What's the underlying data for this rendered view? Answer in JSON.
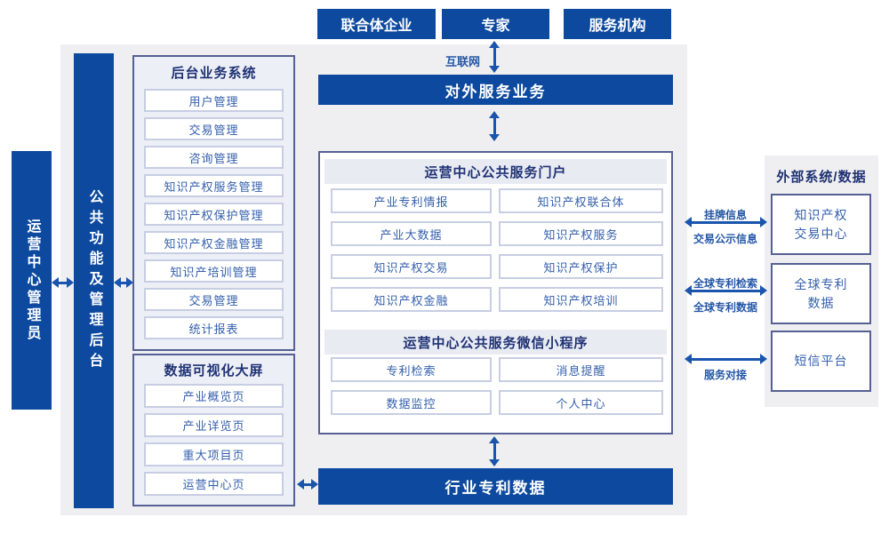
{
  "colors": {
    "primary_blue": "#0d4a9f",
    "arrow_blue": "#1a55ad",
    "panel_gray": "#efeff1"
  },
  "top_boxes": {
    "consortium": "联合体企业",
    "expert": "专家",
    "agency": "服务机构"
  },
  "labels": {
    "internet": "互联网"
  },
  "bars": {
    "external_service": "对外服务业务",
    "industry_data": "行业专利数据",
    "admin": "运营中心管理员",
    "public_functions": "公共功能及管理后台"
  },
  "backend_system": {
    "title": "后台业务系统",
    "items": [
      "用户管理",
      "交易管理",
      "咨询管理",
      "知识产权服务管理",
      "知识产权保护管理",
      "知识产权金融管理",
      "知识产培训管理",
      "交易管理",
      "统计报表"
    ]
  },
  "dashboard": {
    "title": "数据可视化大屏",
    "items": [
      "产业概览页",
      "产业详览页",
      "重大项目页",
      "运营中心页"
    ]
  },
  "portal": {
    "title": "运营中心公共服务门户",
    "items": [
      "产业专利情报",
      "知识产权联合体",
      "产业大数据",
      "知识产权服务",
      "知识产权交易",
      "知识产权保护",
      "知识产权金融",
      "知识产权培训"
    ]
  },
  "miniprogram": {
    "title": "运营中心公共服务微信小程序",
    "items": [
      "专利检索",
      "消息提醒",
      "数据监控",
      "个人中心"
    ]
  },
  "external_systems": {
    "title": "外部系统/数据",
    "boxes": [
      {
        "line1": "知识产权",
        "line2": "交易中心"
      },
      {
        "line1": "全球专利",
        "line2": "数据"
      },
      {
        "line1": "短信平台",
        "line2": ""
      }
    ]
  },
  "links": [
    {
      "top": "挂牌信息",
      "bottom": "交易公示信息"
    },
    {
      "top": "全球专利检索",
      "bottom": "全球专利数据"
    },
    {
      "top": "",
      "bottom": "服务对接"
    }
  ]
}
